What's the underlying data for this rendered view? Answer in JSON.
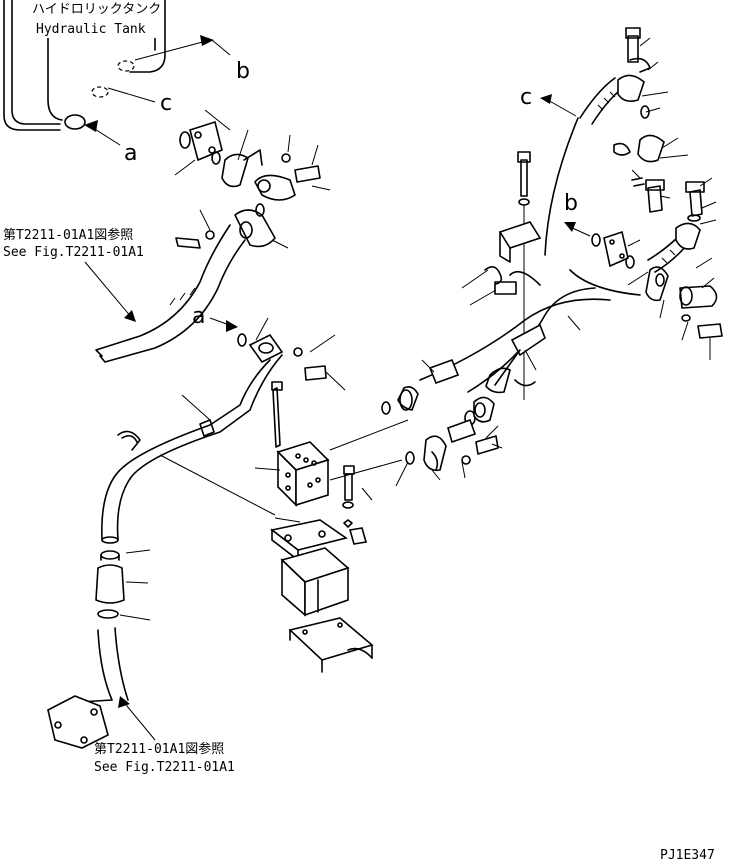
{
  "tank": {
    "label_jp": "ハイドロリックタンク",
    "label_en": "Hydraulic Tank"
  },
  "ref_upper": {
    "jp": "第T2211-01A1図参照",
    "en": "See Fig.T2211-01A1"
  },
  "ref_lower": {
    "jp": "第T2211-01A1図参照",
    "en": "See Fig.T2211-01A1"
  },
  "markers": {
    "a": "a",
    "b": "b",
    "c": "c"
  },
  "drawing_code": "PJ1E347"
}
